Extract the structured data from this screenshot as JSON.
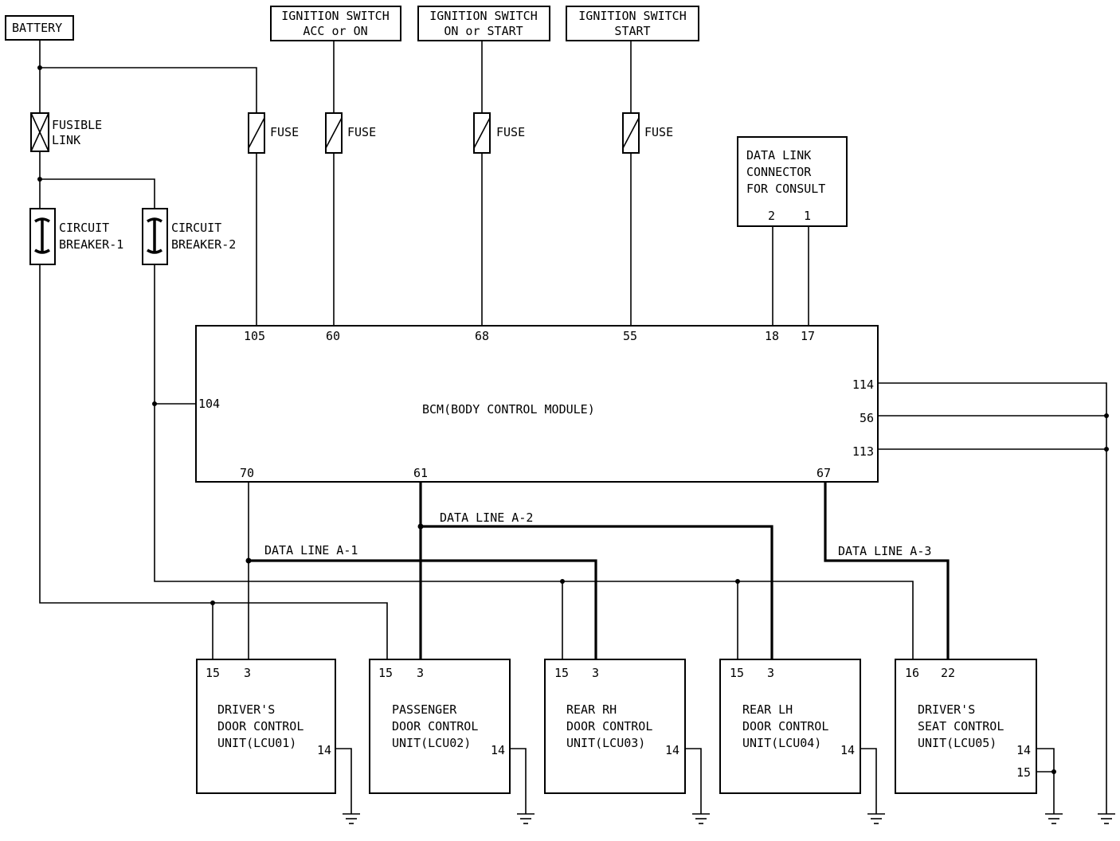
{
  "sources": {
    "battery": "BATTERY",
    "ign_acc_on": [
      "IGNITION SWITCH",
      "ACC or ON"
    ],
    "ign_on_start": [
      "IGNITION SWITCH",
      "ON or START"
    ],
    "ign_start": [
      "IGNITION SWITCH",
      "START"
    ]
  },
  "protection": {
    "fusible_link": [
      "FUSIBLE",
      "LINK"
    ],
    "circuit_breaker_1": [
      "CIRCUIT",
      "BREAKER-1"
    ],
    "circuit_breaker_2": [
      "CIRCUIT",
      "BREAKER-2"
    ],
    "fuse": "FUSE"
  },
  "data_link": {
    "label": [
      "DATA LINK",
      "CONNECTOR",
      "FOR CONSULT"
    ],
    "pins": [
      "2",
      "1"
    ]
  },
  "bcm": {
    "label": "BCM(BODY CONTROL MODULE)",
    "pins": {
      "p105": "105",
      "p60": "60",
      "p68": "68",
      "p55": "55",
      "p18": "18",
      "p17": "17",
      "p104": "104",
      "p114": "114",
      "p56": "56",
      "p113": "113",
      "p70": "70",
      "p61": "61",
      "p67": "67"
    }
  },
  "data_lines": {
    "a1": "DATA LINE A-1",
    "a2": "DATA LINE A-2",
    "a3": "DATA LINE A-3"
  },
  "units": [
    {
      "lines": [
        "DRIVER'S",
        "DOOR CONTROL",
        "UNIT(LCU01)"
      ],
      "pin_a": "15",
      "pin_b": "3",
      "pin_gnd": "14"
    },
    {
      "lines": [
        "PASSENGER",
        "DOOR CONTROL",
        "UNIT(LCU02)"
      ],
      "pin_a": "15",
      "pin_b": "3",
      "pin_gnd": "14"
    },
    {
      "lines": [
        "REAR RH",
        "DOOR CONTROL",
        "UNIT(LCU03)"
      ],
      "pin_a": "15",
      "pin_b": "3",
      "pin_gnd": "14"
    },
    {
      "lines": [
        "REAR LH",
        "DOOR CONTROL",
        "UNIT(LCU04)"
      ],
      "pin_a": "15",
      "pin_b": "3",
      "pin_gnd": "14"
    },
    {
      "lines": [
        "DRIVER'S",
        "SEAT CONTROL",
        "UNIT(LCU05)"
      ],
      "pin_a": "16",
      "pin_b": "22",
      "pin_gnd": "14",
      "pin_gnd2": "15"
    }
  ]
}
